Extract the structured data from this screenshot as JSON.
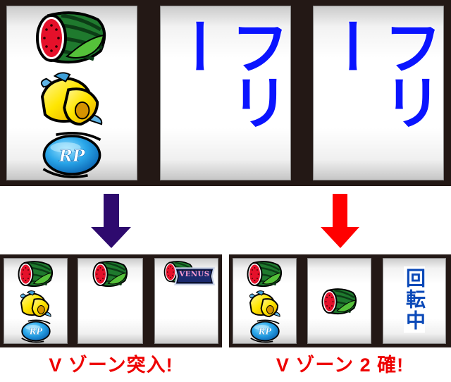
{
  "top_reels": {
    "reel_1": {
      "symbols": [
        "watermelon",
        "bell",
        "replay"
      ]
    },
    "reel_2": {
      "text": "フリー"
    },
    "reel_3": {
      "text": "フリー"
    }
  },
  "arrows": {
    "left": {
      "color": "#2e0a6e",
      "icon": "arrow-down-icon"
    },
    "right": {
      "color": "#ff0000",
      "icon": "arrow-down-icon"
    }
  },
  "result_left": {
    "reel_1": {
      "symbols": [
        "watermelon",
        "bell",
        "replay"
      ]
    },
    "reel_2": {
      "symbols": [
        "watermelon"
      ]
    },
    "reel_3": {
      "symbols": [
        "watermelon",
        "venus"
      ],
      "venus_label": "VENUS"
    },
    "caption": "V ゾーン突入!"
  },
  "result_right": {
    "reel_1": {
      "symbols": [
        "watermelon",
        "bell",
        "replay"
      ]
    },
    "reel_2": {
      "symbols": [
        "watermelon"
      ]
    },
    "reel_3": {
      "text": "回転中"
    },
    "caption": "V ゾーン 2 確!"
  },
  "symbol_labels": {
    "replay": "RP"
  },
  "colors": {
    "frame": "#231815",
    "free_text": "#0a14ff",
    "spin_text": "#0b49b8",
    "caption": "#ee0000",
    "arrow_left": "#2e0a6e",
    "arrow_right": "#ff0000"
  }
}
